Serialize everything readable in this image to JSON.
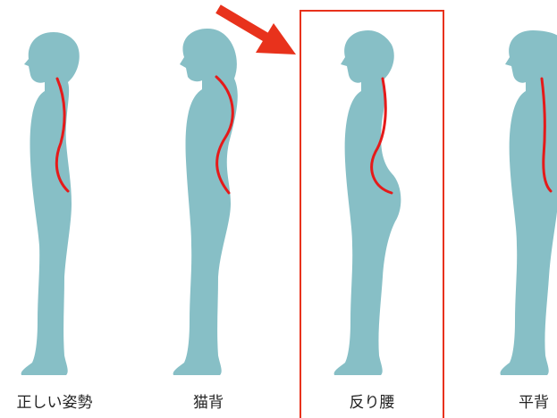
{
  "postures": [
    {
      "label": "正しい姿勢",
      "spine": "straight"
    },
    {
      "label": "猫背",
      "spine": "rounded-back"
    },
    {
      "label": "反り腰",
      "spine": "swayback",
      "highlighted": true
    },
    {
      "label": "平背",
      "spine": "flat-back"
    }
  ],
  "colors": {
    "silhouette": "#87bfc6",
    "spine": "#e51a1a",
    "highlight_frame": "#e8321c",
    "arrow": "#e8321c",
    "caption_text": "#222222"
  },
  "icons": {
    "arrow": "arrow-down-right-icon"
  }
}
